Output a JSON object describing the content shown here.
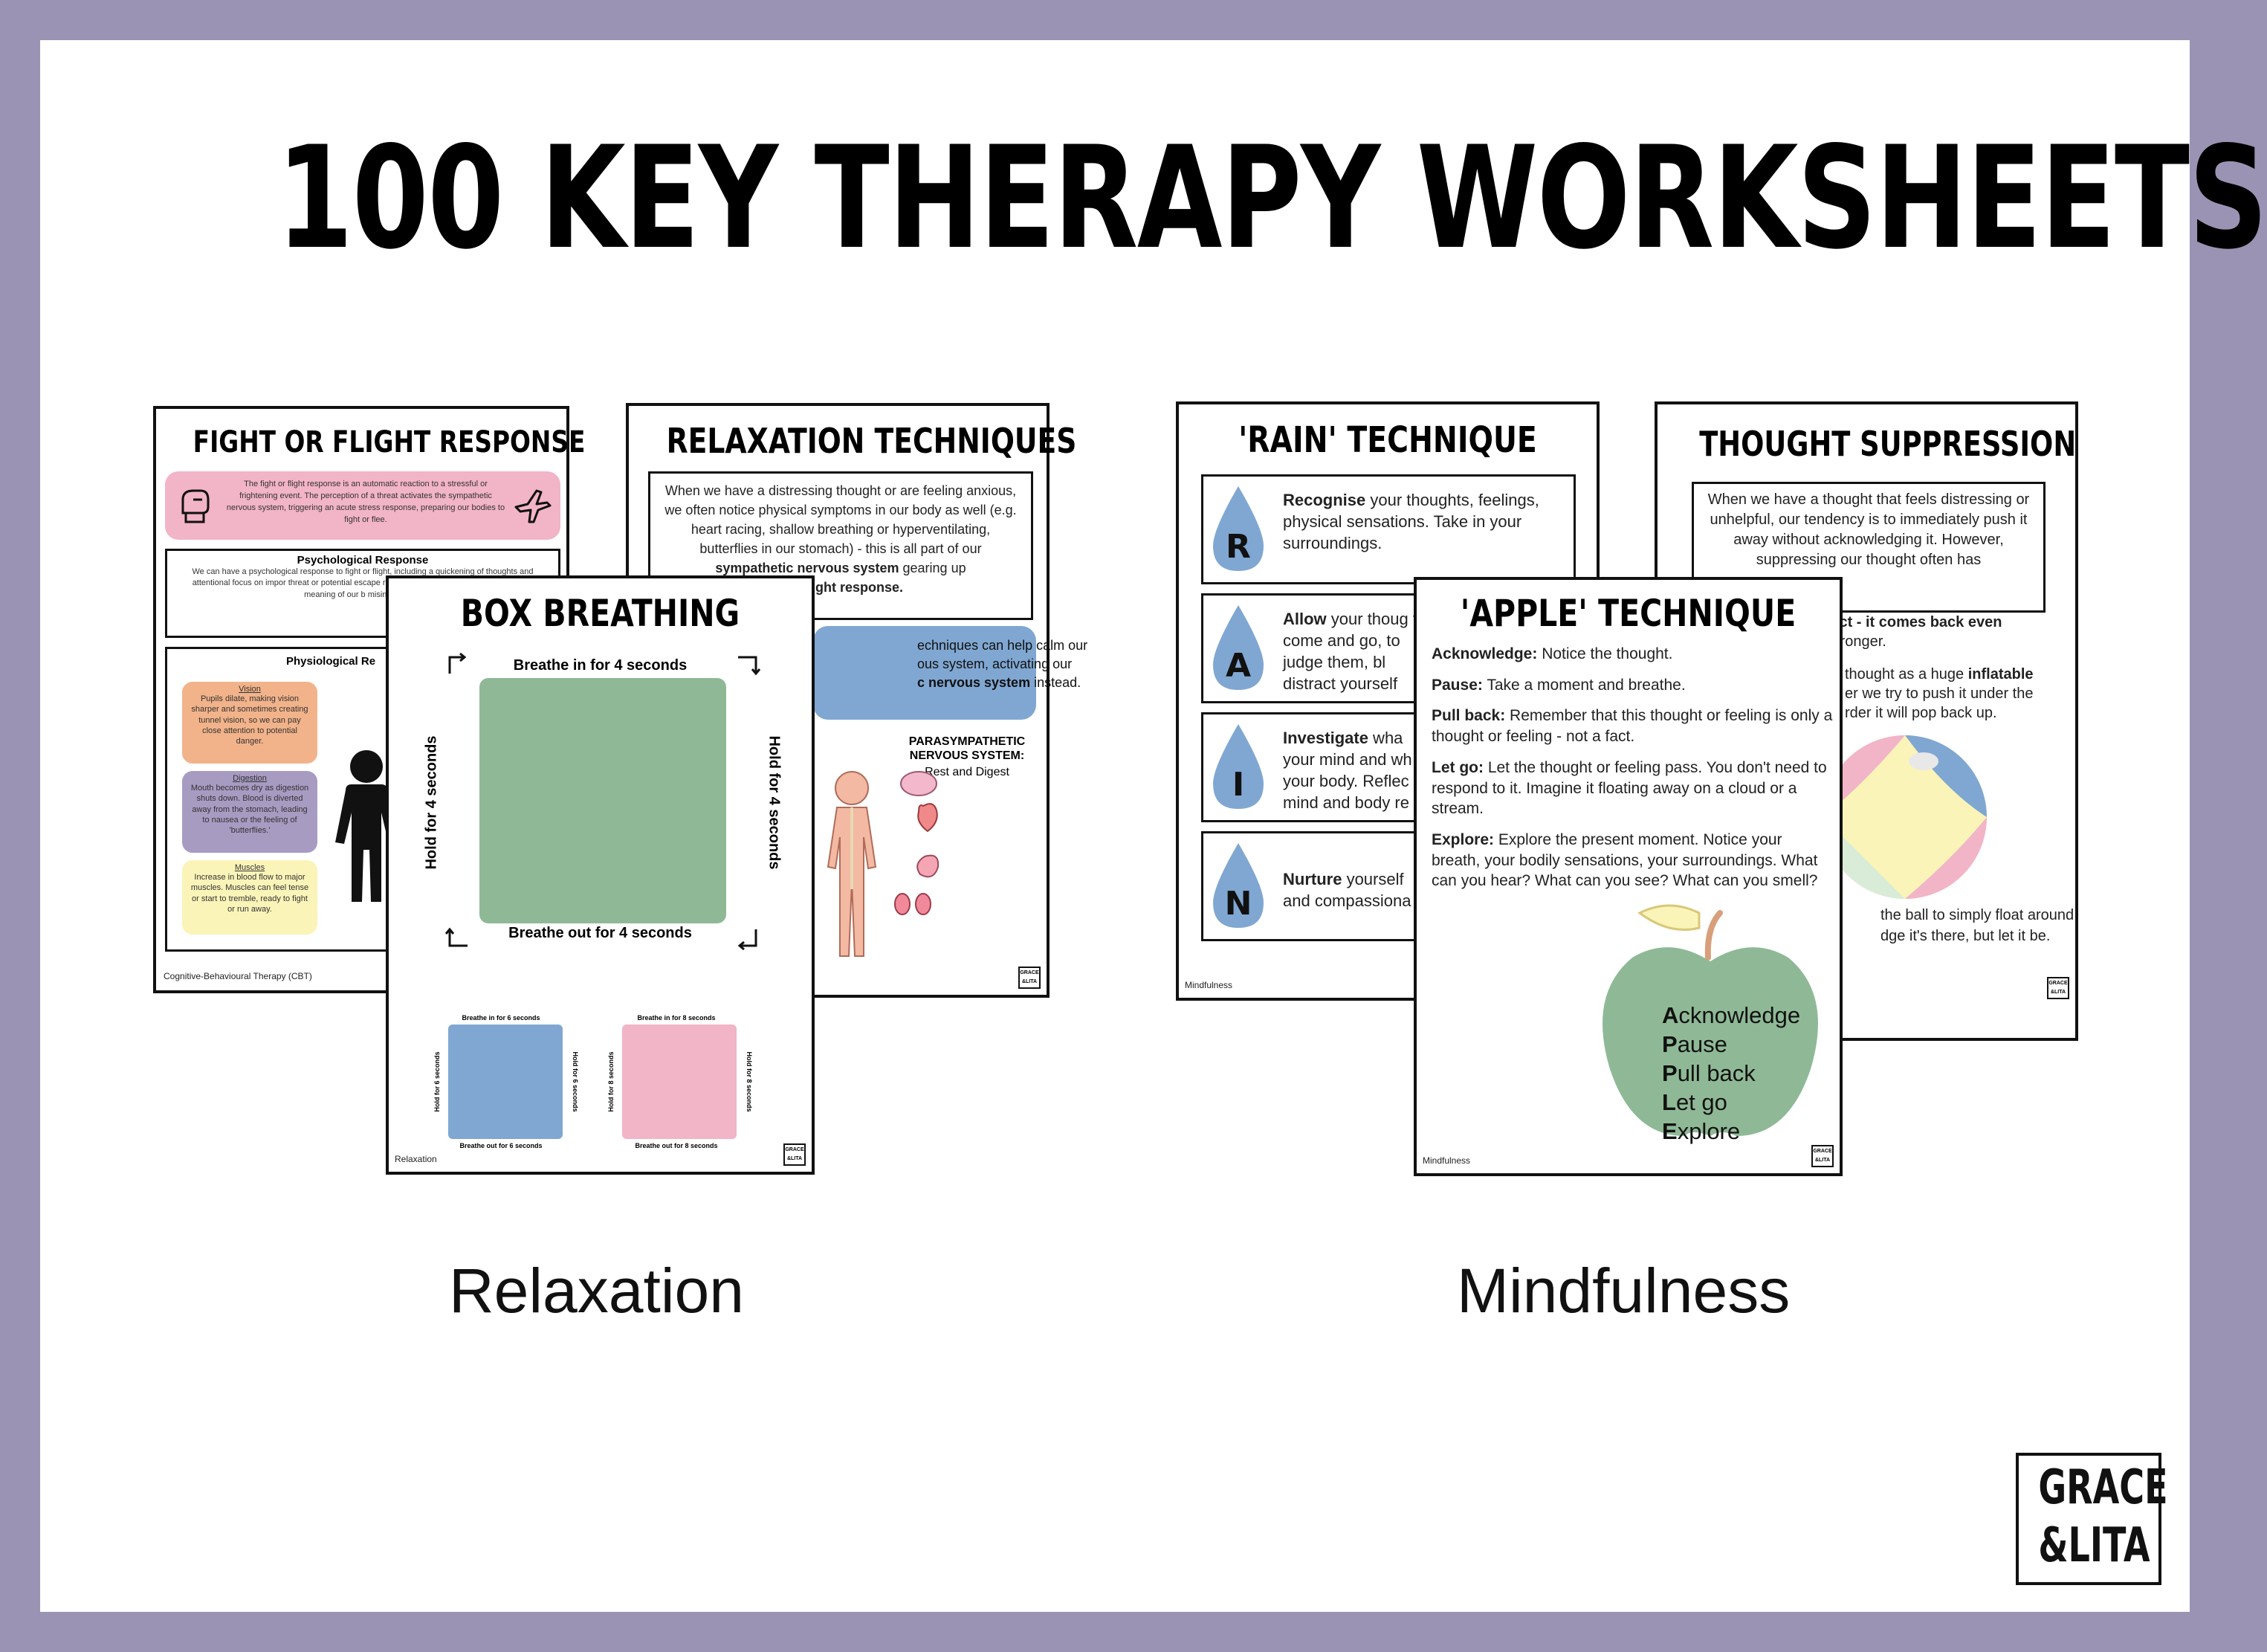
{
  "title": "100 KEY THERAPY WORKSHEETS",
  "brand": {
    "line1": "GRACE",
    "line2": "&LITA"
  },
  "captions": {
    "left": "Relaxation",
    "right": "Mindfulness"
  },
  "colors": {
    "frame": "#9b93b4",
    "green": "#8fb996",
    "blue": "#80a7d2",
    "pink": "#f2b4c7",
    "orange": "#f2b38a",
    "purple": "#a89bc2",
    "yellow": "#fbf4b8"
  },
  "fight": {
    "title": "FIGHT OR FLIGHT RESPONSE",
    "intro": "The fight or flight response is an automatic reaction to a stressful or frightening event. The perception of a threat activates the sympathetic nervous system, triggering an acute stress response, preparing our bodies to fight or flee.",
    "psych_title": "Psychological Response",
    "psych_text": "We can have a psychological response to fight or flight, including a quickening of thoughts and attentional focus on impor threat or potential escape routes. Secondar trying to understand the meaning of our b misinterpreting",
    "physio_title": "Physiological Re",
    "vision_title": "Vision",
    "vision_text": "Pupils dilate, making vision sharper and sometimes creating tunnel vision, so we can pay close attention to potential danger.",
    "digestion_title": "Digestion",
    "digestion_text": "Mouth becomes dry as digestion shuts down. Blood is diverted away from the stomach, leading to nausea or the feeling of 'butterflies.'",
    "muscles_title": "Muscles",
    "muscles_text": "Increase in blood flow to major muscles. Muscles can feel tense or start to tremble, ready to fight or run away.",
    "footer": "Cognitive-Behavioural Therapy (CBT)"
  },
  "relax": {
    "title": "RELAXATION TECHNIQUES",
    "text_part1": "When we have a distressing thought or are feeling anxious, we often notice physical symptoms in our body as well (e.g. heart racing, shallow breathing or hyperventilating, butterflies in our stomach) - this is all part of our ",
    "text_bold1": "sympathetic nervous system",
    "text_part2": " gearing up",
    "text_bold2": "t or flight response.",
    "blue_text_part1": "echniques can help calm our",
    "blue_text_part2": "ous system, activating our",
    "blue_bold": "c nervous system",
    "blue_text_part3": " instead.",
    "para_title": "PARASYMPATHETIC NERVOUS SYSTEM:",
    "para_sub": "Rest and Digest"
  },
  "box": {
    "title": "BOX BREATHING",
    "top": "Breathe in for 4 seconds",
    "bottom": "Breathe out for 4 seconds",
    "left": "Hold for 4 seconds",
    "right": "Hold for 4 seconds",
    "small1_top": "Breathe in for 6 seconds",
    "small1_bottom": "Breathe out for 6 seconds",
    "small1_left": "Hold for 6 seconds",
    "small1_right": "Hold for 6 seconds",
    "small2_top": "Breathe in for 8 seconds",
    "small2_bottom": "Breathe out for 8 seconds",
    "small2_left": "Hold for 8 seconds",
    "small2_right": "Hold for 8 seconds",
    "footer": "Relaxation"
  },
  "rain": {
    "title": "'RAIN' TECHNIQUE",
    "items": [
      {
        "letter": "R",
        "bold": "Recognise",
        "text": " your thoughts, feelings, physical sensations. Take in your surroundings."
      },
      {
        "letter": "A",
        "bold": "Allow",
        "text": " your thoug to come and go, to judge them, bl distract yourself"
      },
      {
        "letter": "I",
        "bold": "Investigate",
        "text": " wha your mind and wh your body. Reflec mind and body re"
      },
      {
        "letter": "N",
        "bold": "Nurture",
        "text": " yourself and compassiona"
      }
    ],
    "footer": "Mindfulness"
  },
  "suppress": {
    "title": "THOUGHT SUPPRESSION",
    "box_text": "When we have a thought that feels distressing or unhelpful, our tendency is to immediately push it away without acknowledging it. However, suppressing our thought often has",
    "frag1": "ffect - it comes back even",
    "frag2": "stronger.",
    "frag3a": "thought as a huge ",
    "frag3b": "inflatable",
    "frag4": "er we try to push it under the",
    "frag5": "rder it will pop back up.",
    "frag6": "the ball to simply float around",
    "frag7": "dge it's there, but let it be."
  },
  "apple": {
    "title": "'APPLE' TECHNIQUE",
    "items": [
      {
        "bold": "Acknowledge:",
        "text": " Notice the thought."
      },
      {
        "bold": "Pause:",
        "text": " Take a moment and breathe."
      },
      {
        "bold": "Pull back:",
        "text": " Remember that this thought or feeling is only a thought or feeling - not a fact."
      },
      {
        "bold": "Let go:",
        "text": " Let the thought or feeling pass. You don't need to respond to it. Imagine it floating away on a cloud or a stream."
      },
      {
        "bold": "Explore:",
        "text": " Explore the present moment. Notice your breath, your bodily sensations, your surroundings. What can you hear? What can you see? What can you smell?"
      }
    ],
    "acronym": [
      {
        "first": "A",
        "rest": "cknowledge"
      },
      {
        "first": "P",
        "rest": "ause"
      },
      {
        "first": "P",
        "rest": "ull back"
      },
      {
        "first": "L",
        "rest": "et go"
      },
      {
        "first": "E",
        "rest": "xplore"
      }
    ],
    "footer": "Mindfulness"
  },
  "mini_logo": {
    "line1": "GRACE",
    "line2": "&LITA"
  }
}
